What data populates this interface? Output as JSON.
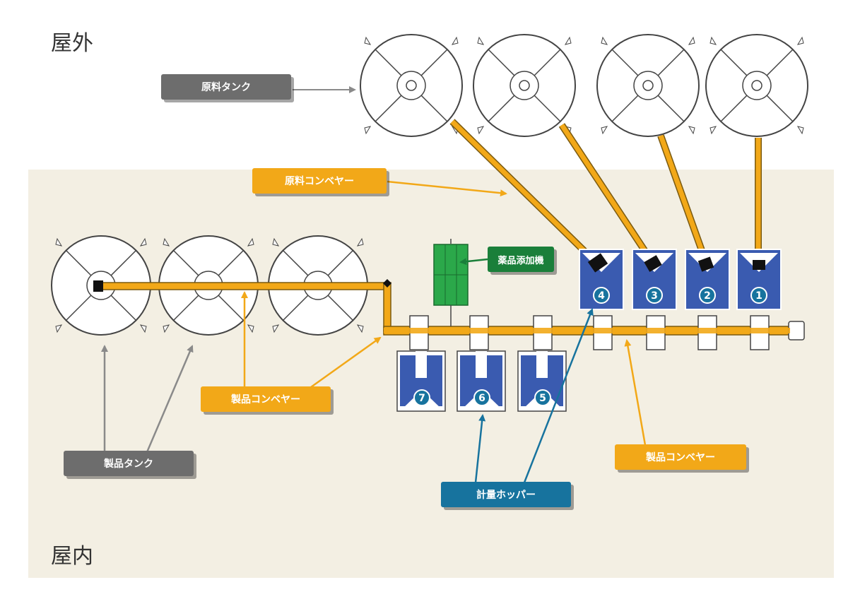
{
  "areas": {
    "outdoor": "屋外",
    "indoor": "屋内"
  },
  "callouts": {
    "raw_tank": "原料タンク",
    "raw_conveyor": "原料コンベヤー",
    "additive_machine": "薬品添加機",
    "product_conveyor_left": "製品コンベヤー",
    "product_conveyor_right": "製品コンベヤー",
    "product_tank": "製品タンク",
    "weighing_hopper": "計量ホッパー"
  },
  "hopper_numbers": [
    "4",
    "3",
    "2",
    "1",
    "7",
    "6",
    "5"
  ],
  "colors": {
    "indoor_background": "#f3efe3",
    "conveyor": "#f2a818",
    "hopper": "#3a5bb0",
    "additive_machine": "#2ba84a",
    "gray_label": "#6d6d6d",
    "orange_label": "#f2a818",
    "green_label": "#1a7f3a",
    "blue_label": "#17739e"
  }
}
